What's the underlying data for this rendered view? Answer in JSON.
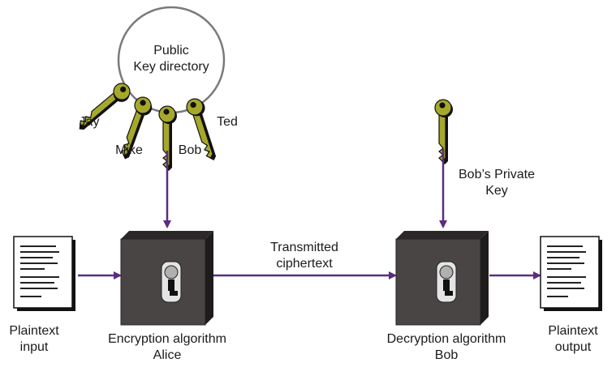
{
  "colors": {
    "arrow": "#5b2c83",
    "key_fill": "#a6a82a",
    "key_outline": "#111111",
    "box_front": "#4a4545",
    "box_side": "#2c2828",
    "circle_stroke": "#7a7a7a"
  },
  "directory": {
    "line1": "Public",
    "line2": "Key directory"
  },
  "keys": {
    "jay": "Jay",
    "mike": "Mike",
    "bob": "Bob",
    "ted": "Ted"
  },
  "private_key": {
    "line1": "Bob’s Private",
    "line2": "Key"
  },
  "channel": {
    "line1": "Transmitted",
    "line2": "ciphertext"
  },
  "encryption": {
    "line1": "Encryption algorithm",
    "line2": "Alice"
  },
  "decryption": {
    "line1": "Decryption algorithm",
    "line2": "Bob"
  },
  "input_doc": {
    "line1": "Plaintext",
    "line2": "input"
  },
  "output_doc": {
    "line1": "Plaintext",
    "line2": "output"
  },
  "icons": [
    "key-icon",
    "document-icon",
    "lock-box-icon",
    "arrow"
  ]
}
